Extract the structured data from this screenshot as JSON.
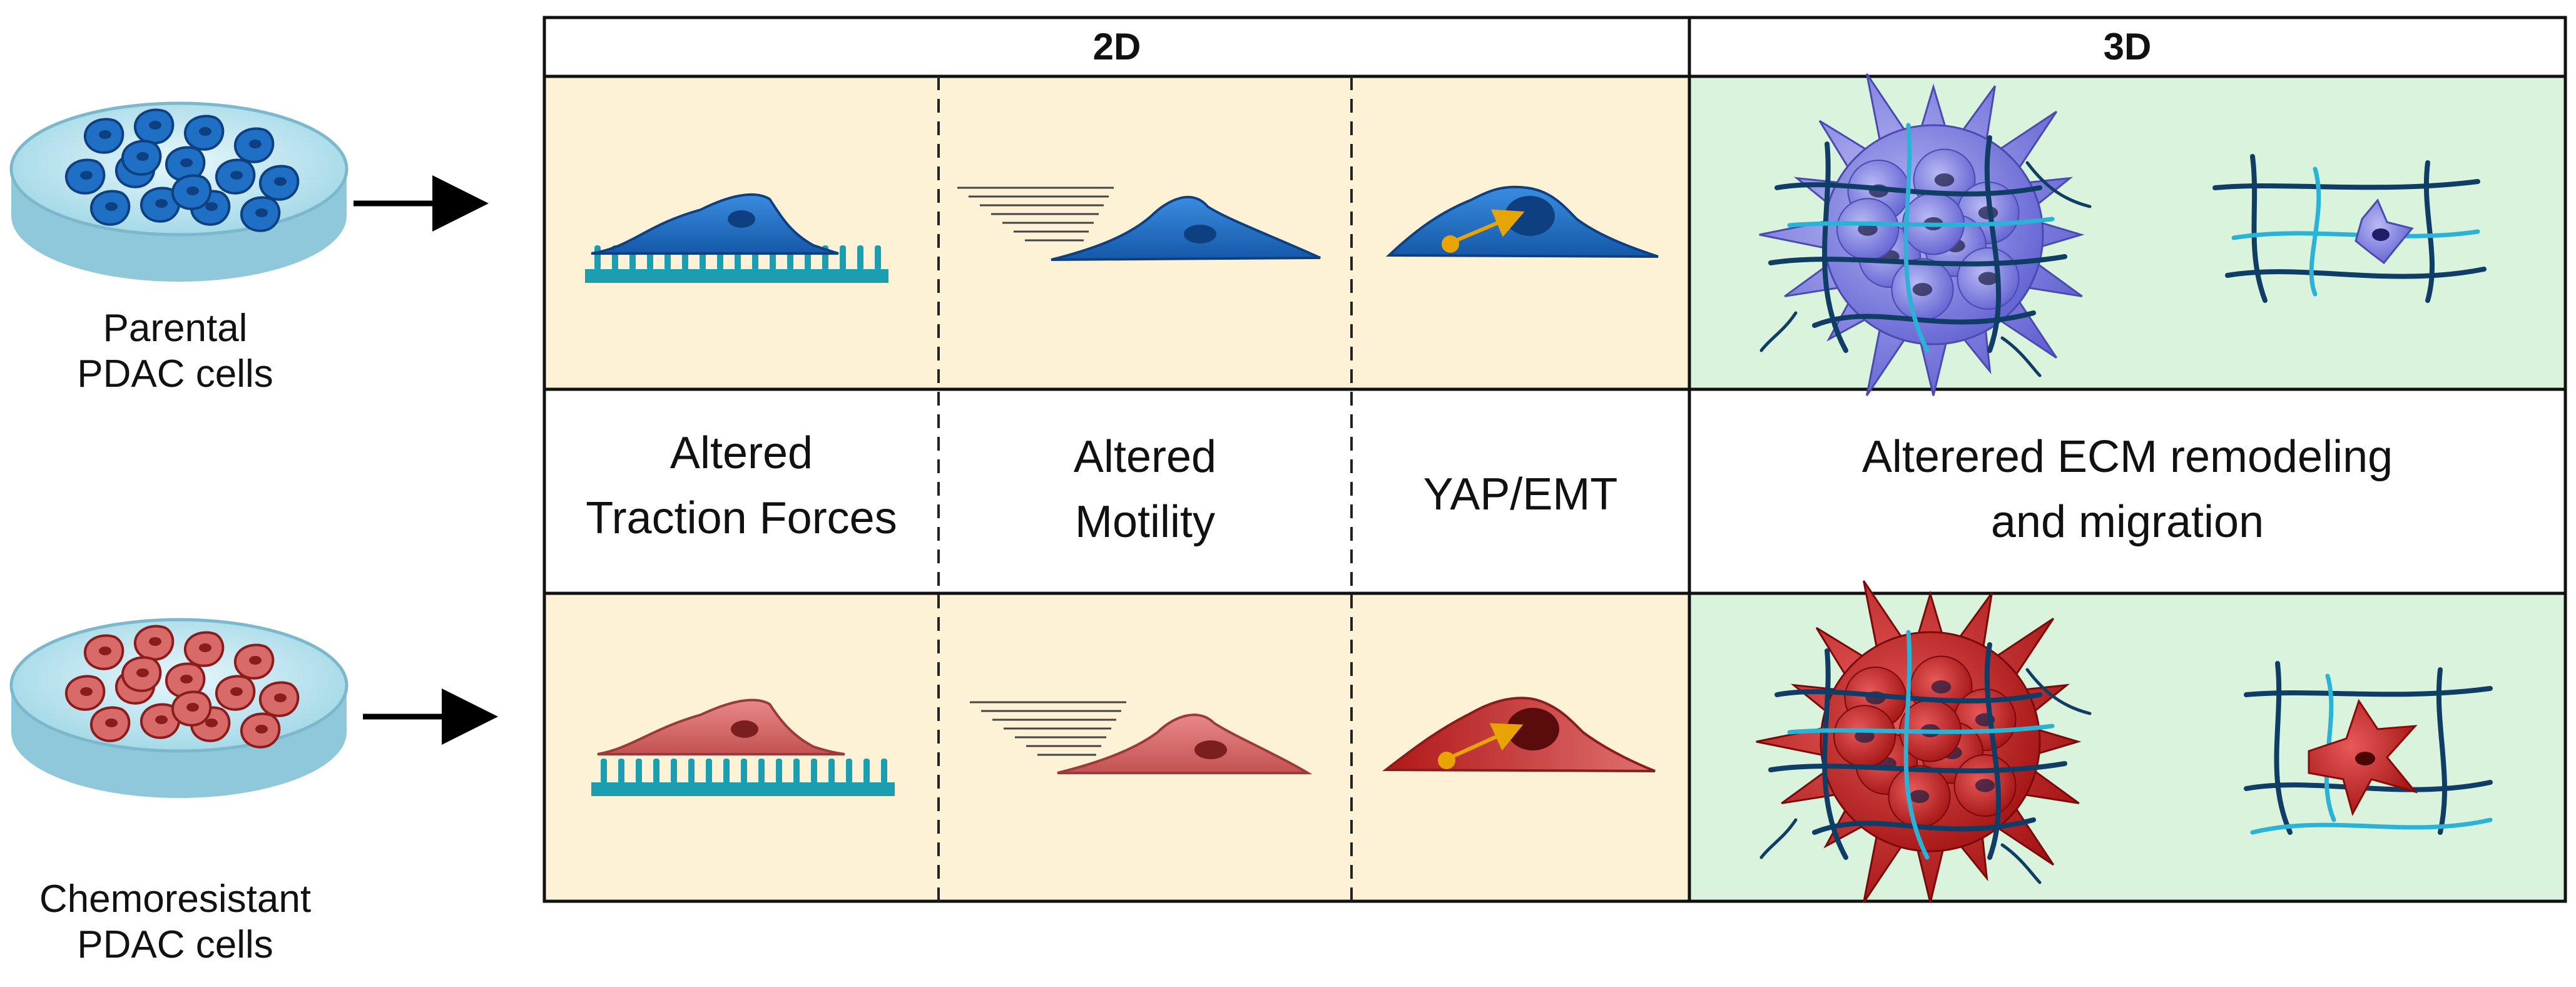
{
  "table": {
    "col_2d": "2D",
    "col_3d": "3D",
    "labels": {
      "traction": [
        "Altered",
        "Traction Forces"
      ],
      "motility": [
        "Altered",
        "Motility"
      ],
      "yap": [
        "YAP/EMT"
      ],
      "ecm": [
        "Alterered ECM remodeling",
        "and migration"
      ]
    }
  },
  "rows": [
    {
      "label": [
        "Parental",
        "PDAC cells"
      ],
      "cell_color": "#1f6fc4",
      "cell_dark": "#0e3f80",
      "spheroid_color": "#7f7fe6"
    },
    {
      "label": [
        "Chemoresistant",
        "PDAC cells"
      ],
      "cell_color": "#d96a6a",
      "cell_dark": "#8a1c1c",
      "spheroid_color": "#c42020"
    }
  ],
  "colors": {
    "panel_2d": "#fdf2d5",
    "panel_3d": "#d9f3dc",
    "substrate": "#1a9eb0",
    "ecm_dark": "#0f3d66",
    "ecm_light": "#2ab3d6",
    "dish": "#bfe6f0",
    "arrow_yellow": "#e8a400"
  }
}
